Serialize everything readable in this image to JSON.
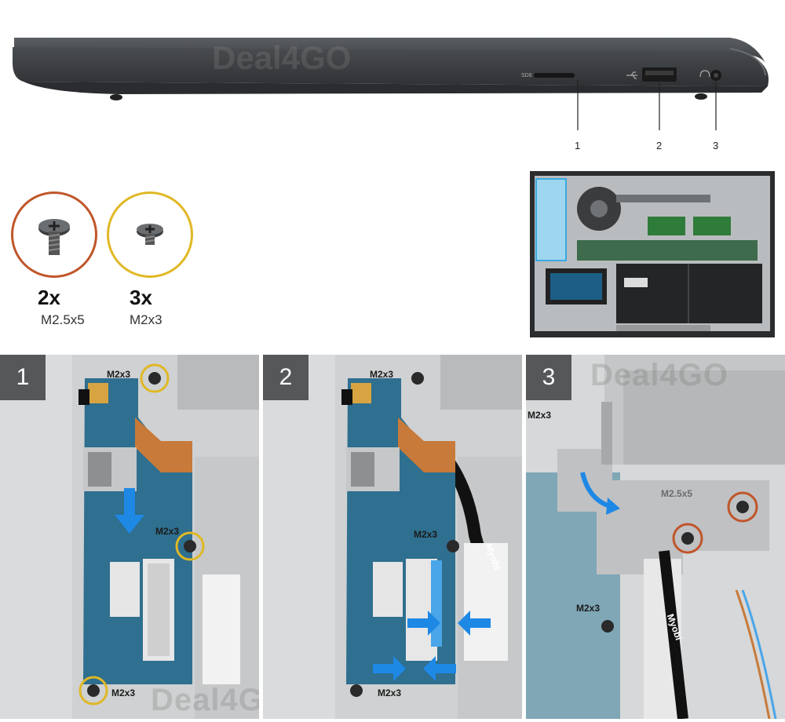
{
  "watermark": "Deal4GO",
  "ports": [
    {
      "number": "1",
      "icon": "sd-card-icon",
      "print": "SD8"
    },
    {
      "number": "2",
      "icon": "usb-icon"
    },
    {
      "number": "3",
      "icon": "headset-icon"
    }
  ],
  "screws": [
    {
      "qty": "2x",
      "size": "M2.5x5",
      "ring_color": "#c0562a"
    },
    {
      "qty": "3x",
      "size": "M2x3",
      "ring_color": "#e0b825"
    }
  ],
  "steps": [
    {
      "number": "1",
      "labels": [
        "M2x3",
        "M2x3",
        "M2x3"
      ]
    },
    {
      "number": "2",
      "labels": [
        "M2x3",
        "M2x3",
        "M2x3"
      ],
      "cable_tag": "Myobi"
    },
    {
      "number": "3",
      "labels": [
        "M2.5x5",
        "M2x3",
        "M2x3"
      ],
      "cable_tag": "Myobi"
    }
  ],
  "colors": {
    "m25_ring": "#c0562a",
    "m2_ring": "#e0b825",
    "arrow_blue": "#1e88e5",
    "board_blue": "#2f6f8f",
    "badge": "#555759"
  }
}
